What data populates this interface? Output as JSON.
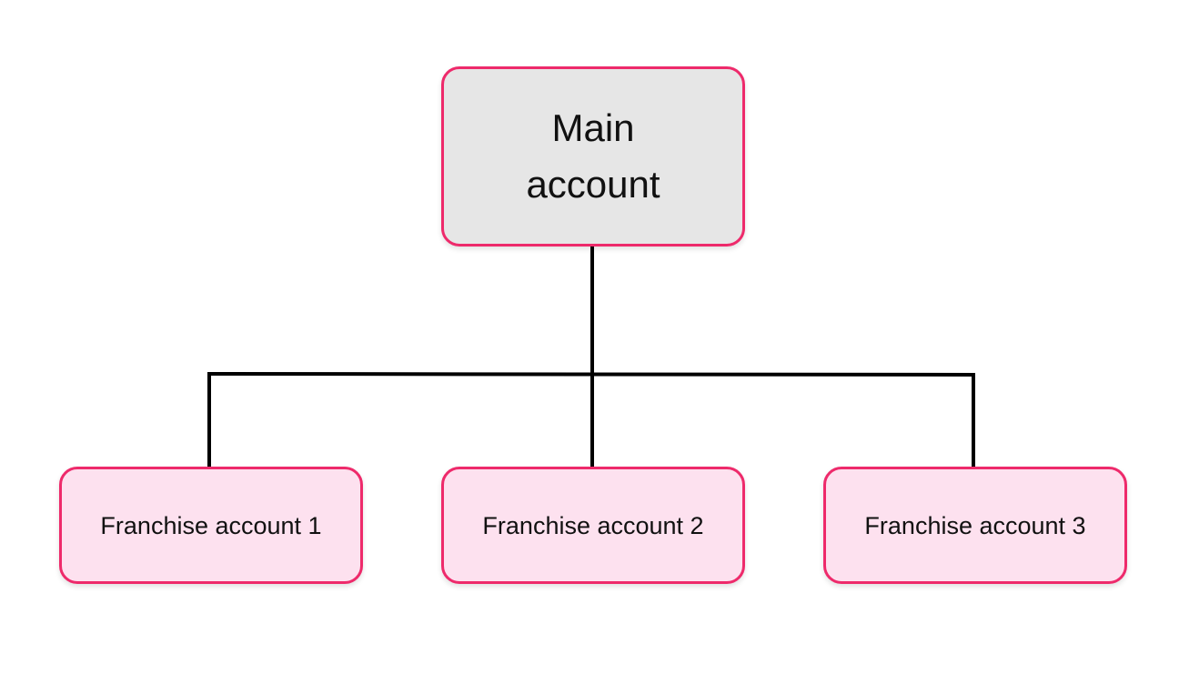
{
  "diagram": {
    "type": "org-chart",
    "colors": {
      "node_border": "#ee2a6b",
      "root_fill": "#e6e6e6",
      "child_fill": "#fde1ef",
      "connector": "#000000"
    },
    "root": {
      "label": "Main account"
    },
    "children": [
      {
        "label": "Franchise account 1"
      },
      {
        "label": "Franchise account 2"
      },
      {
        "label": "Franchise account 3"
      }
    ]
  }
}
